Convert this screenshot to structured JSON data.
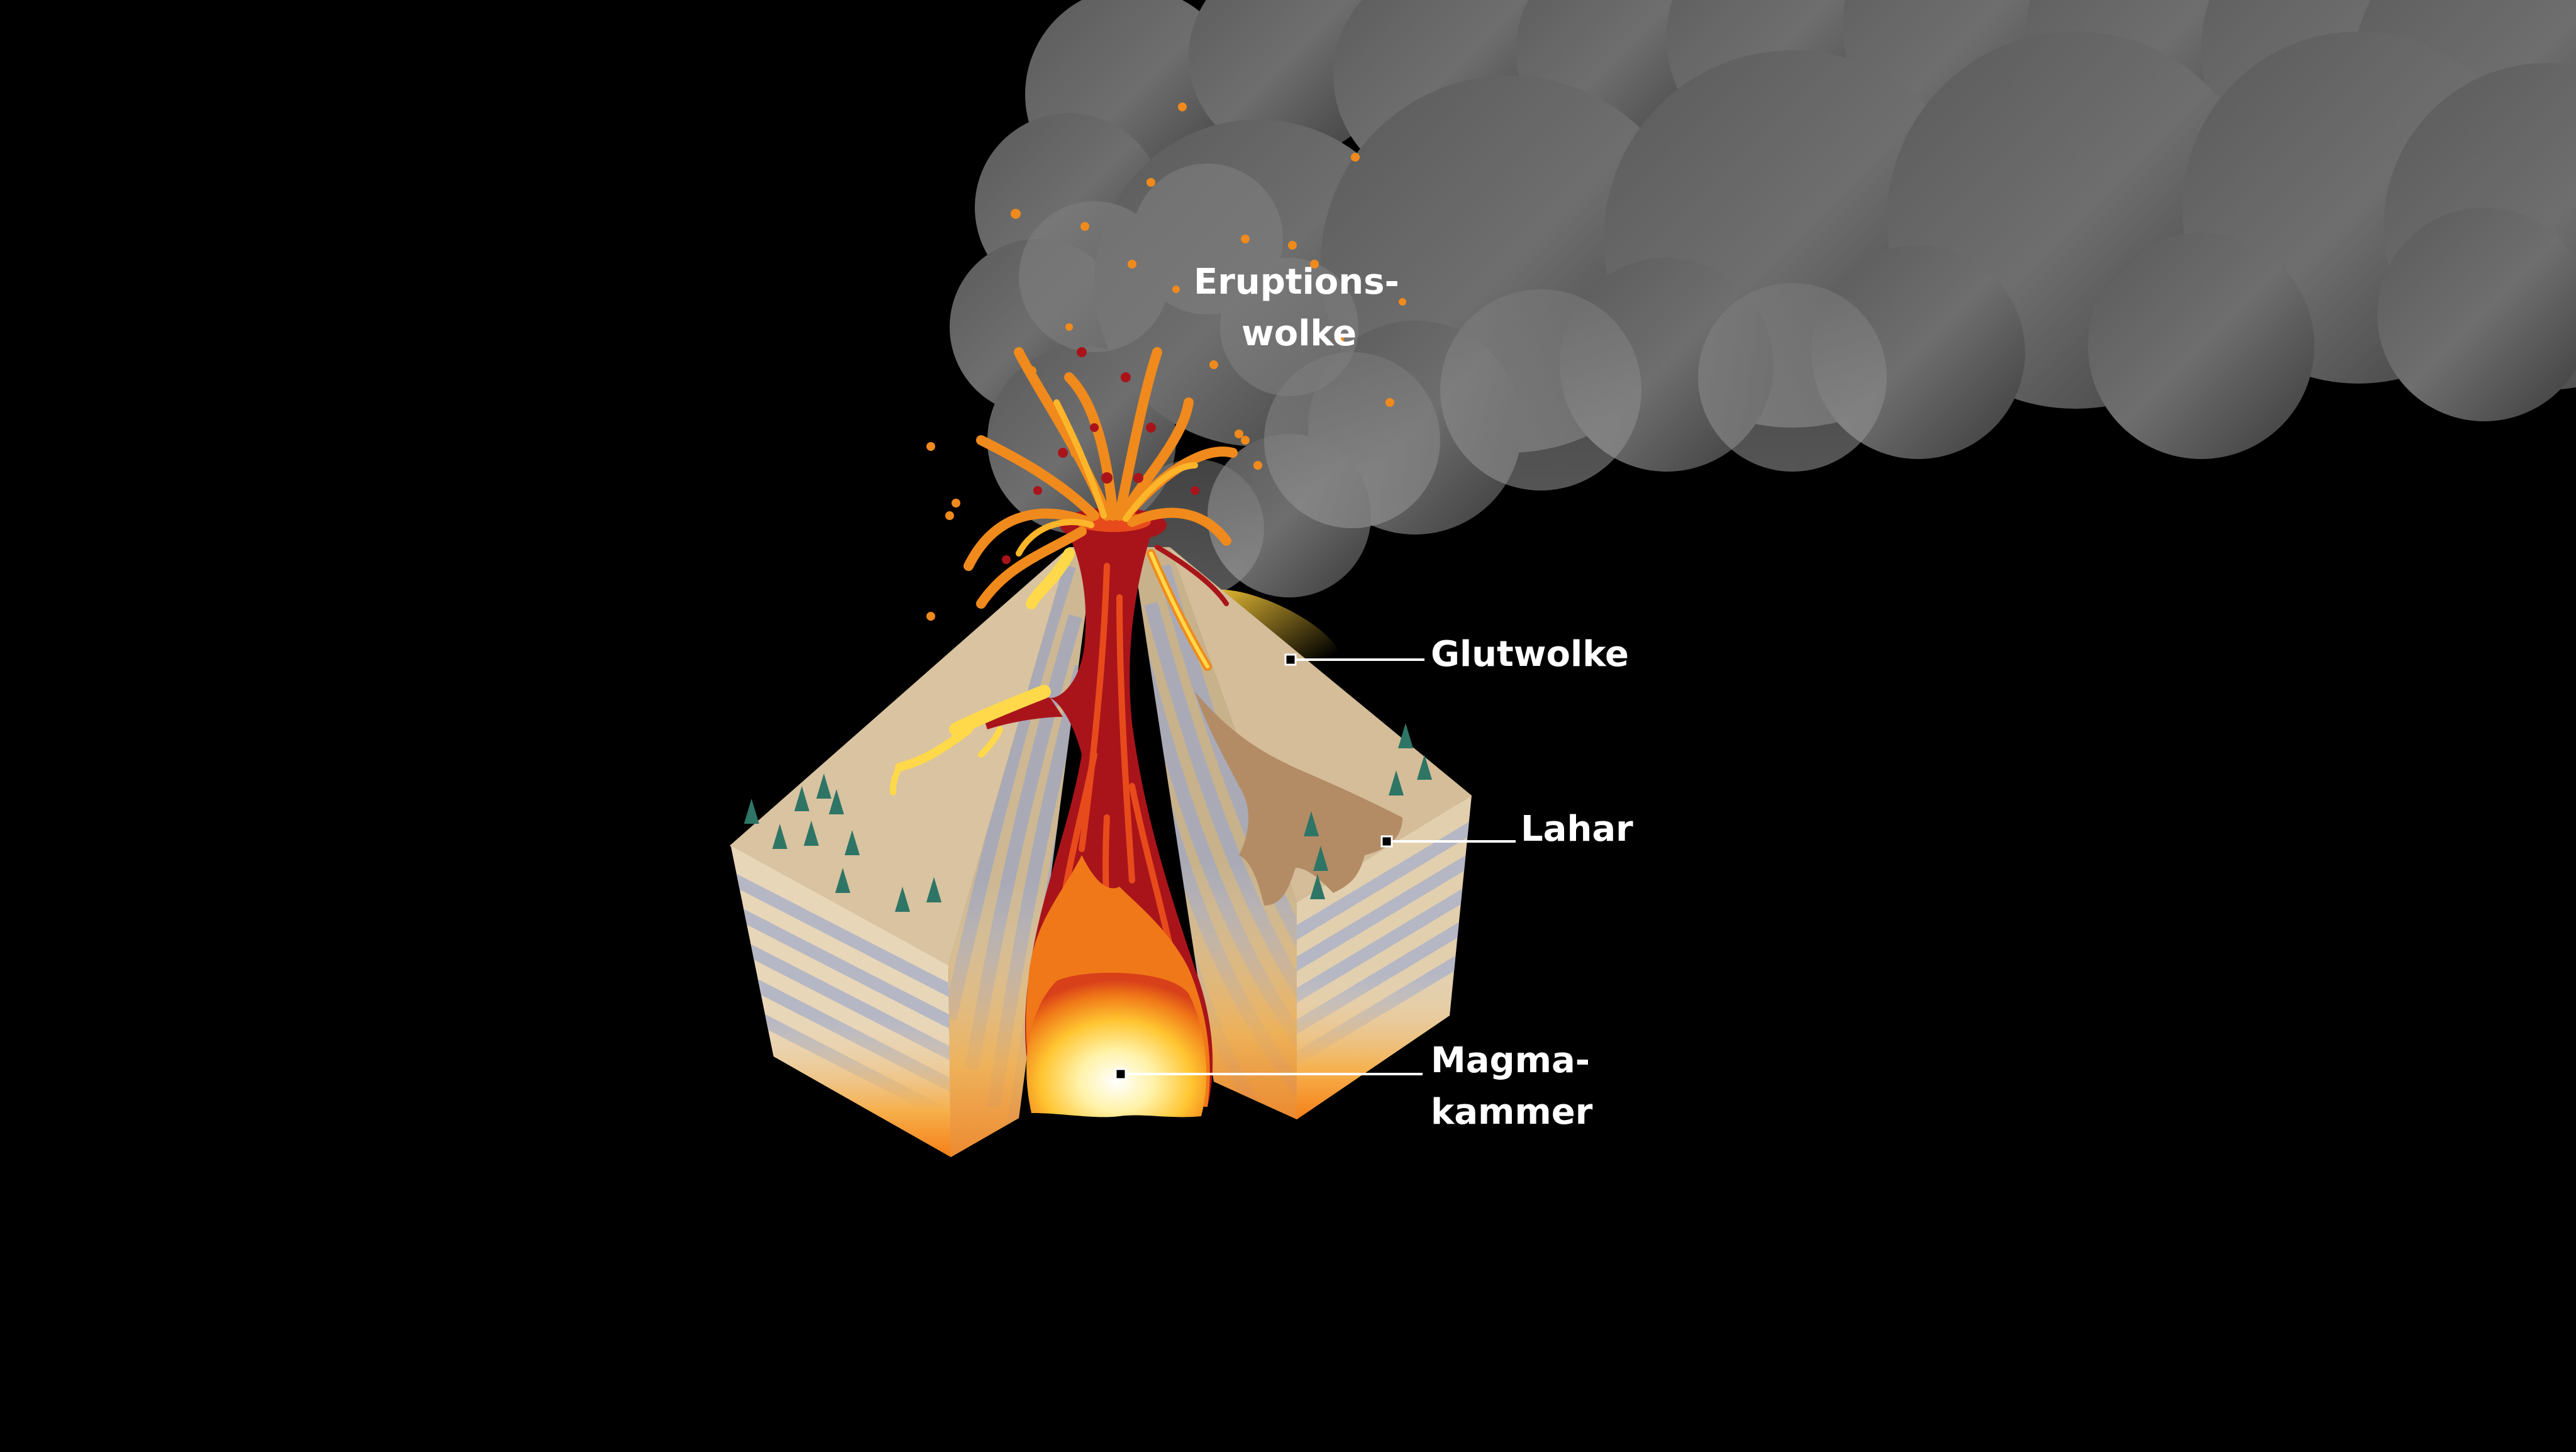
{
  "labels": {
    "eruption_cloud": {
      "line1": "Eruptions-",
      "line2": "wolke"
    },
    "glowing_cloud": "Glutwolke",
    "lahar": "Lahar",
    "magma_chamber": {
      "line1": "Magma-",
      "line2": "kammer"
    }
  },
  "colors": {
    "background": "#000000",
    "ash_cloud": "#6e6e6e",
    "cone": "#d9c4a2",
    "layer_grey": "#a9aab6",
    "lava_red": "#a9141a",
    "lava_orange": "#f08a1c",
    "lava_yellow": "#ffd94a",
    "lahar": "#b38c66",
    "tree": "#2e7566",
    "leader_line": "#ffffff"
  }
}
